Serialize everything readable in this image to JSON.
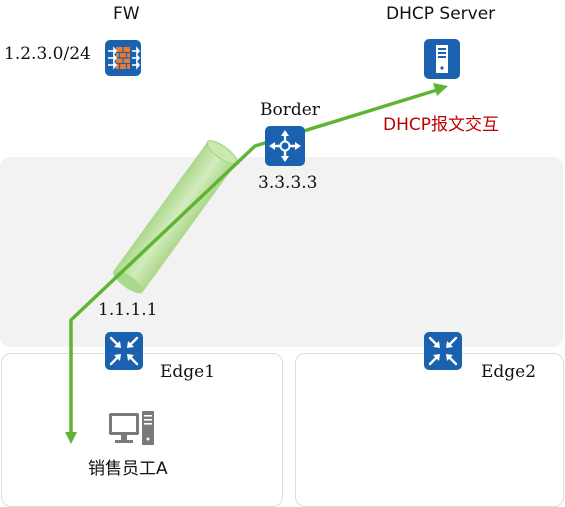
{
  "nodes": {
    "fw": {
      "name": "FW",
      "subnet": "1.2.3.0/24"
    },
    "dhcp_server": {
      "name": "DHCP Server"
    },
    "border": {
      "name": "Border",
      "ip": "3.3.3.3"
    },
    "edge1": {
      "name": "Edge1",
      "ip": "1.1.1.1"
    },
    "edge2": {
      "name": "Edge2"
    },
    "host": {
      "name": "销售员工A"
    }
  },
  "annotations": {
    "dhcp_exchange": "DHCP报文交互"
  },
  "icons": {
    "fw": "firewall-icon",
    "dhcp_server": "server-icon",
    "border": "router-icon",
    "edge1": "switch-icon",
    "edge2": "switch-icon",
    "host": "pc-icon"
  },
  "colors": {
    "device_blue": "#1a62b0",
    "path_green": "#5fb431",
    "tunnel_green": "#b5df93",
    "annotation_red": "#c00000"
  }
}
